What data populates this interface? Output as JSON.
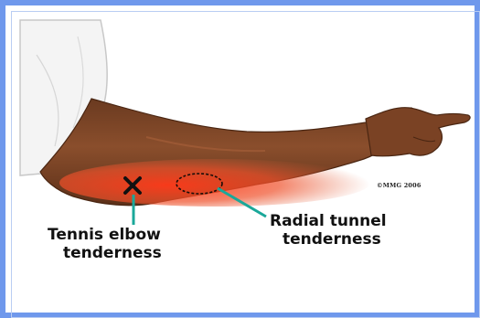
{
  "image": {
    "border_color": "#6f98ec",
    "annotations": {
      "tennis_elbow": {
        "line1": "Tennis elbow",
        "line2": "tenderness",
        "marker": "x-mark-icon"
      },
      "radial_tunnel": {
        "line1": "Radial tunnel",
        "line2": "tenderness",
        "marker": "dotted-oval-icon"
      },
      "pointer_color": "#1aa89a"
    },
    "copyright": "©MMG 2006"
  }
}
